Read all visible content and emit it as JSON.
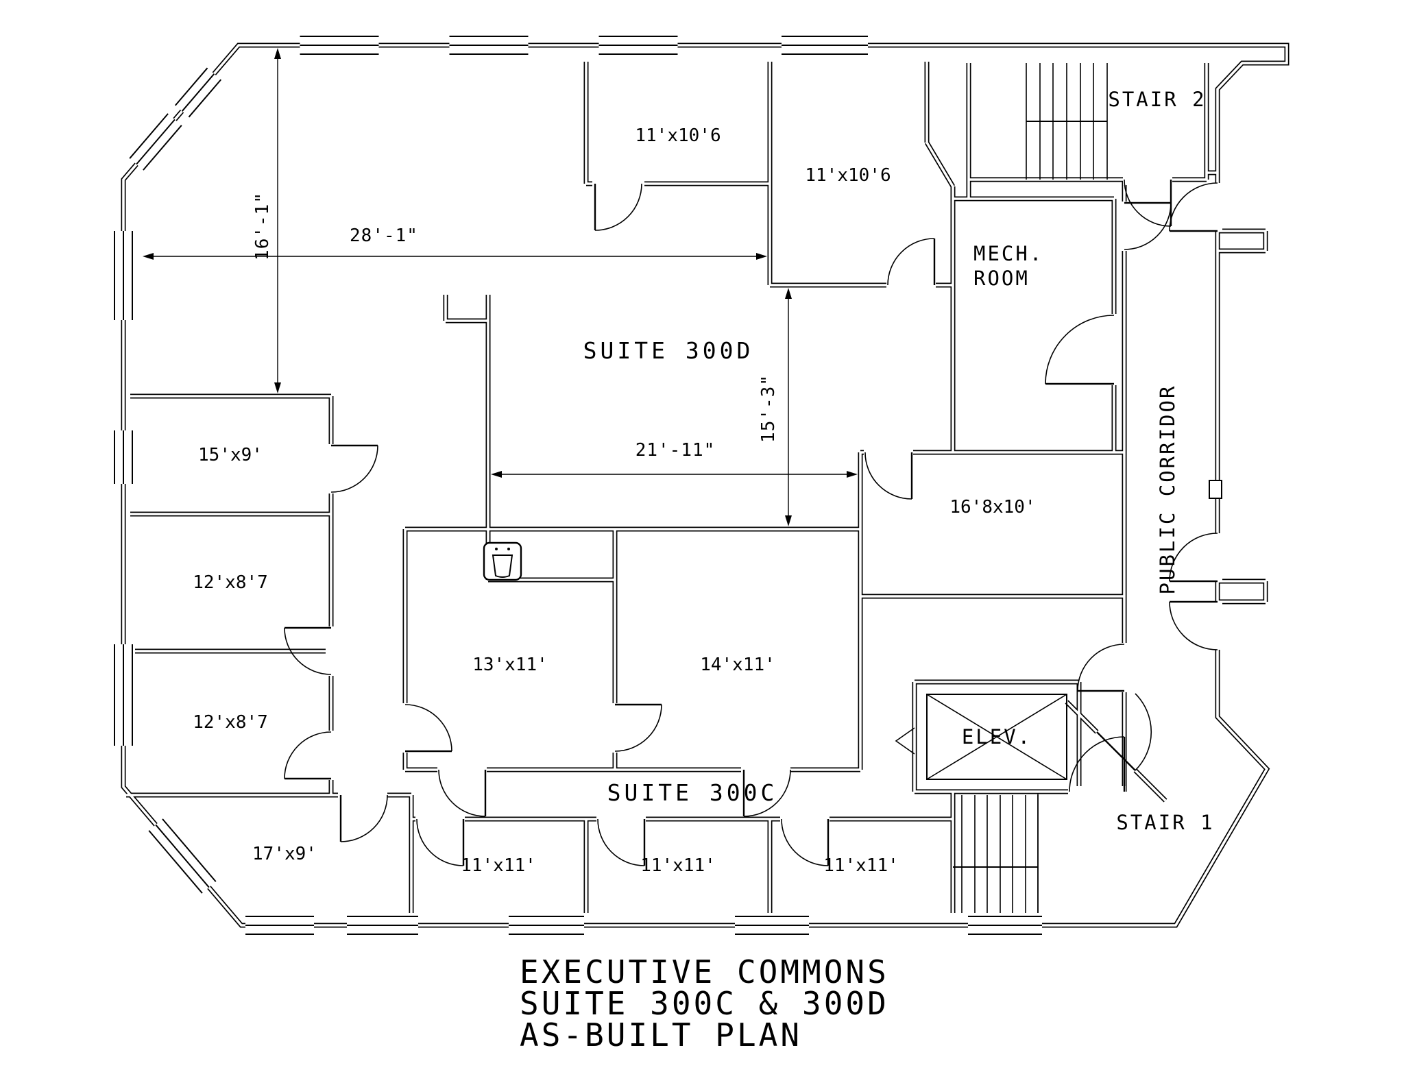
{
  "drawing": {
    "suites": {
      "d": "SUITE 300D",
      "c": "SUITE 300C"
    },
    "rooms": {
      "r_11x106_a": "11'x10'6",
      "r_11x106_b": "11'x10'6",
      "r_15x9": "15'x9'",
      "r_12x87_a": "12'x8'7",
      "r_12x87_b": "12'x8'7",
      "r_13x11": "13'x11'",
      "r_14x11": "14'x11'",
      "r_168x10": "16'8x10'",
      "r_17x9": "17'x9'",
      "r_11x11_a": "11'x11'",
      "r_11x11_b": "11'x11'",
      "r_11x11_c": "11'x11'"
    },
    "core": {
      "stair2": "STAIR 2",
      "stair1": "STAIR 1",
      "mech_line1": "MECH.",
      "mech_line2": "ROOM",
      "elev": "ELEV.",
      "corridor": "PUBLIC CORRIDOR"
    },
    "dims": {
      "v16": "16'-1\"",
      "h28": "28'-1\"",
      "v15": "15'-3\"",
      "h21": "21'-11\""
    },
    "title": [
      "EXECUTIVE COMMONS",
      "SUITE 300C & 300D",
      "AS-BUILT PLAN"
    ],
    "colors": {
      "ink": "#000000",
      "paper": "#ffffff"
    }
  }
}
